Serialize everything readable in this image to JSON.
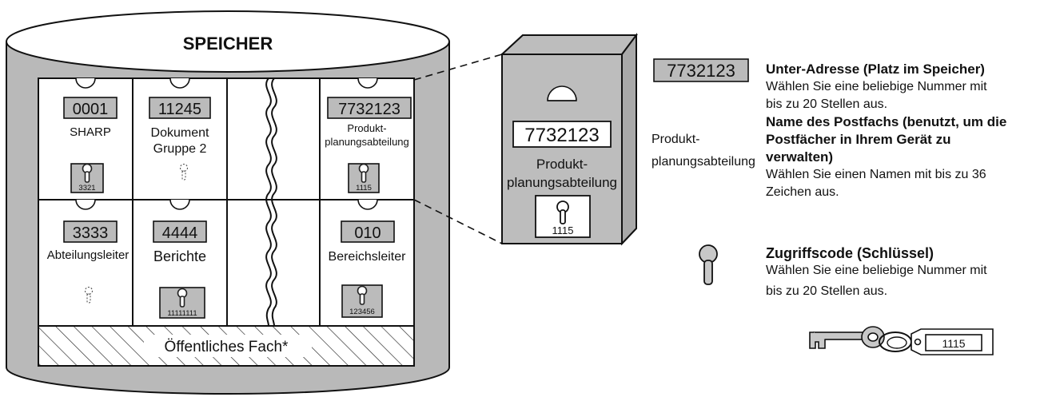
{
  "storage": {
    "title": "SPEICHER",
    "public_box": "Öffentliches Fach*"
  },
  "boxes": [
    {
      "number": "0001",
      "name_lines": [
        "SHARP"
      ],
      "key_code": "3321"
    },
    {
      "number": "11245",
      "name_lines": [
        "Dokument",
        "Gruppe 2"
      ],
      "key_code": ""
    },
    {
      "number": "7732123",
      "name_lines": [
        "Produkt-",
        "planungsabteilung"
      ],
      "key_code": "1115"
    },
    {
      "number": "3333",
      "name_lines": [
        "Abteilungsleiter"
      ],
      "key_code": ""
    },
    {
      "number": "4444",
      "name_lines": [
        "Berichte"
      ],
      "key_code": "11111111"
    },
    {
      "number": "010",
      "name_lines": [
        "Bereichsleiter"
      ],
      "key_code": "123456"
    }
  ],
  "enlarged_box": {
    "number": "7732123",
    "name_lines": [
      "Produkt-",
      "planungsabteilung"
    ],
    "key_code": "1115"
  },
  "legend": {
    "number_example": "7732123",
    "name_example_lines": [
      "Produkt-",
      "planungsabteilung"
    ],
    "sub_address": {
      "heading": "Unter-Adresse (Platz im Speicher)",
      "desc_lines": [
        "Wählen Sie eine beliebige Nummer mit",
        "bis zu 20 Stellen aus."
      ]
    },
    "box_name": {
      "heading_lines": [
        "Name des Postfachs (benutzt, um die",
        "Postfächer in Ihrem Gerät zu",
        "verwalten)"
      ],
      "desc_lines": [
        "Wählen Sie einen Namen mit bis zu 36",
        "Zeichen aus."
      ]
    },
    "access_code": {
      "heading": "Zugriffscode (Schlüssel)",
      "desc_lines": [
        "Wählen Sie eine beliebige Nummer mit",
        "bis zu 20 Stellen aus."
      ]
    },
    "key_tag": "1115"
  }
}
